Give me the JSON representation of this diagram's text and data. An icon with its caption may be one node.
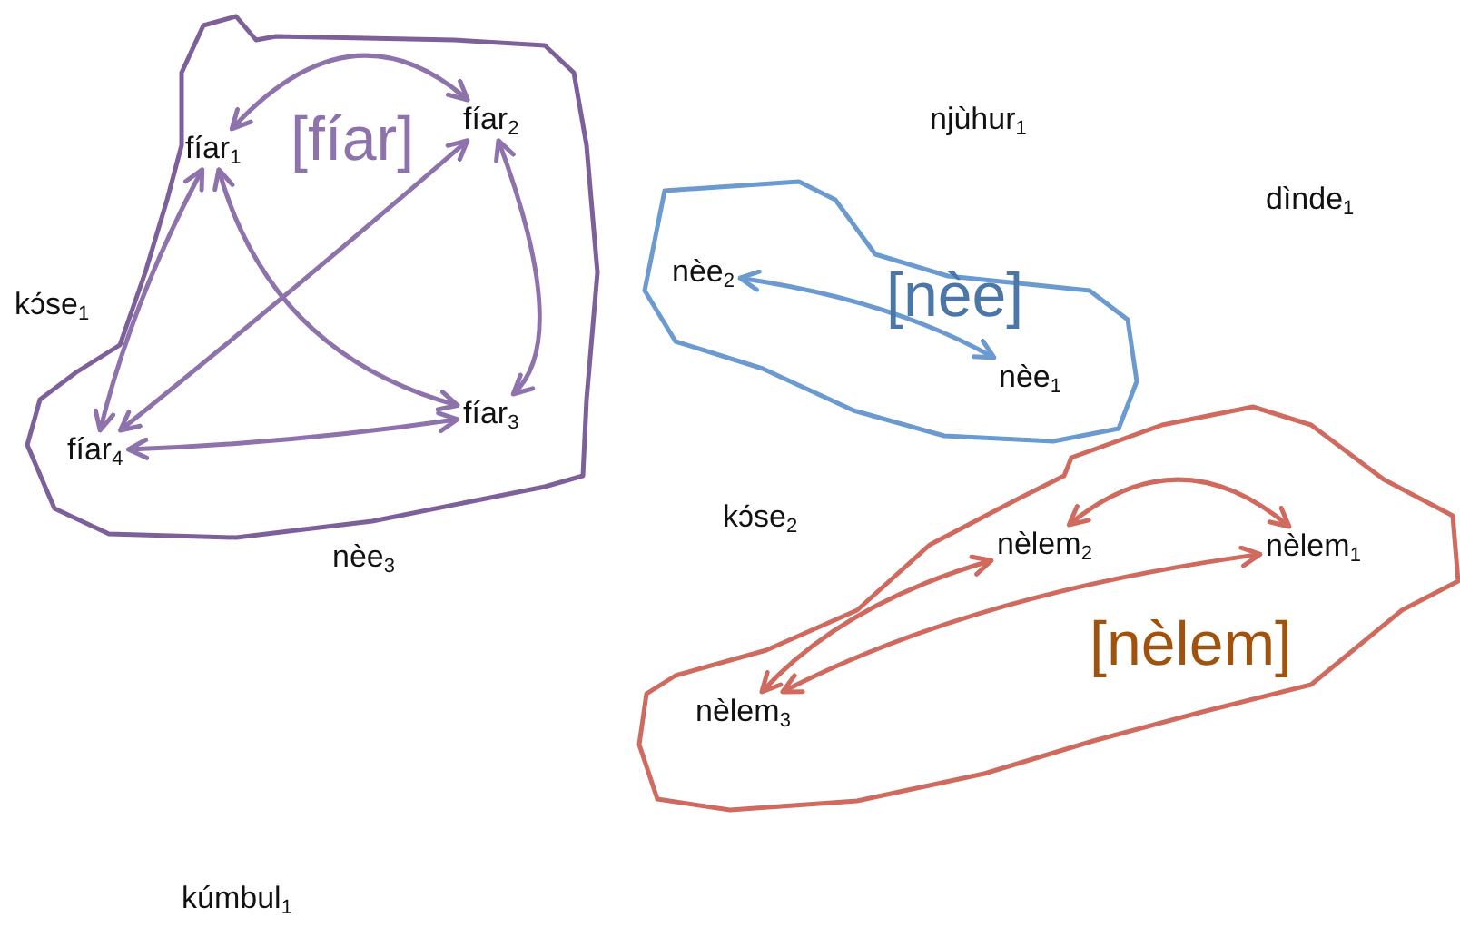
{
  "diagram": {
    "nodes": [
      {
        "text": [
          "[fíar]"
        ]
      },
      {
        "text": [
          "fíar$_{1}$"
        ],
        "in": 0
      },
      {
        "text": [
          "fíar$_{2}$"
        ],
        "in": 0
      },
      {
        "text": [
          "fíar$_{4}$"
        ],
        "in": 0
      },
      {
        "text": [
          "fíar$_{3}$"
        ],
        "in": 0
      },
      {
        "text": [
          "[nèe]"
        ]
      },
      {
        "text": [
          "nèe$_{2}$"
        ],
        "in": 5
      },
      {
        "text": [
          "nèe$_{1}$"
        ],
        "in": 5
      },
      {
        "text": [
          "[nèlem]"
        ]
      },
      {
        "text": [
          "nèlem$_{2}$"
        ],
        "in": 8
      },
      {
        "text": [
          "nèlem$_{1}$"
        ],
        "in": 8
      },
      {
        "text": [
          "nèlem$_{3}$"
        ],
        "in": 8
      }
    ],
    "edges": [
      {
        "from": 1,
        "to": 2,
        "arrow": "both"
      },
      {
        "from": 1,
        "to": 3,
        "arrow": "both"
      },
      {
        "from": 1,
        "to": 4,
        "arrow": "both"
      },
      {
        "from": 2,
        "to": 3,
        "arrow": "both"
      },
      {
        "from": 2,
        "to": 4,
        "arrow": "both"
      },
      {
        "from": 3,
        "to": 4,
        "arrow": "both"
      },
      {
        "from": 6,
        "to": 7,
        "arrow": "both",
        "color": "#6a9ad0"
      },
      {
        "from": 9,
        "to": 10,
        "arrow": "both",
        "color": "#d06a5e"
      },
      {
        "from": 9,
        "to": 11,
        "arrow": "both",
        "color": "#d06a5e"
      },
      {
        "from": 10,
        "to": 11,
        "arrow": "both",
        "color": "#d06a5e"
      }
    ],
    "labels": [
      "njùhur$_{1}$",
      "dìnde$_{1}$",
      "kɔ́se$_{1}$",
      "kɔ́se$_{2}$",
      "nèe$_{3}$",
      "kúmbul$_{1}$"
    ]
  }
}
